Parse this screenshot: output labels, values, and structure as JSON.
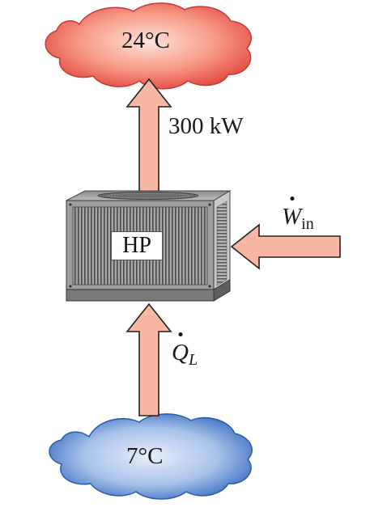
{
  "hot_reservoir": {
    "temperature": "24°C",
    "color": "#e8534a"
  },
  "cold_reservoir": {
    "temperature": "7°C",
    "color": "#3a72c4"
  },
  "heat_output": {
    "label": "300 kW"
  },
  "work_input": {
    "symbol": "W",
    "subscript": "in"
  },
  "heat_input": {
    "symbol": "Q",
    "subscript": "L"
  },
  "device": {
    "label": "HP"
  },
  "colors": {
    "arrow_fill": "#f7b7a3",
    "arrow_stroke": "#222222",
    "unit_body": "#9a9a9a"
  }
}
